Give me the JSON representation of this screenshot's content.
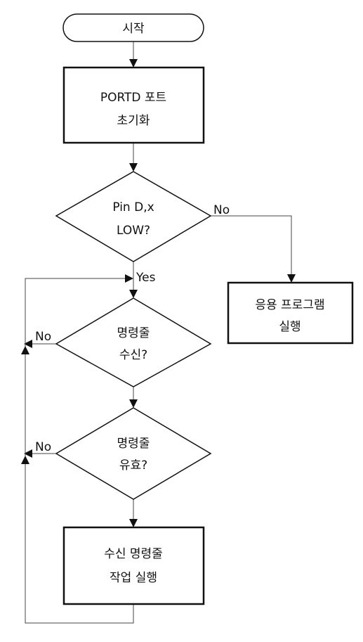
{
  "nodes": {
    "start": {
      "line1": "시작"
    },
    "init": {
      "line1": "PORTD 포트",
      "line2": "초기화"
    },
    "pin_check": {
      "line1": "Pin D,x",
      "line2": "LOW?"
    },
    "app": {
      "line1": "응용 프로그램",
      "line2": "실행"
    },
    "cmd_received": {
      "line1": "명령줄",
      "line2": "수신?"
    },
    "cmd_valid": {
      "line1": "명령줄",
      "line2": "유효?"
    },
    "exec": {
      "line1": "수신 명령줄",
      "line2": "작업 실행"
    }
  },
  "edges": {
    "pin_no": "No",
    "pin_yes": "Yes",
    "received_no": "No",
    "valid_no": "No"
  }
}
